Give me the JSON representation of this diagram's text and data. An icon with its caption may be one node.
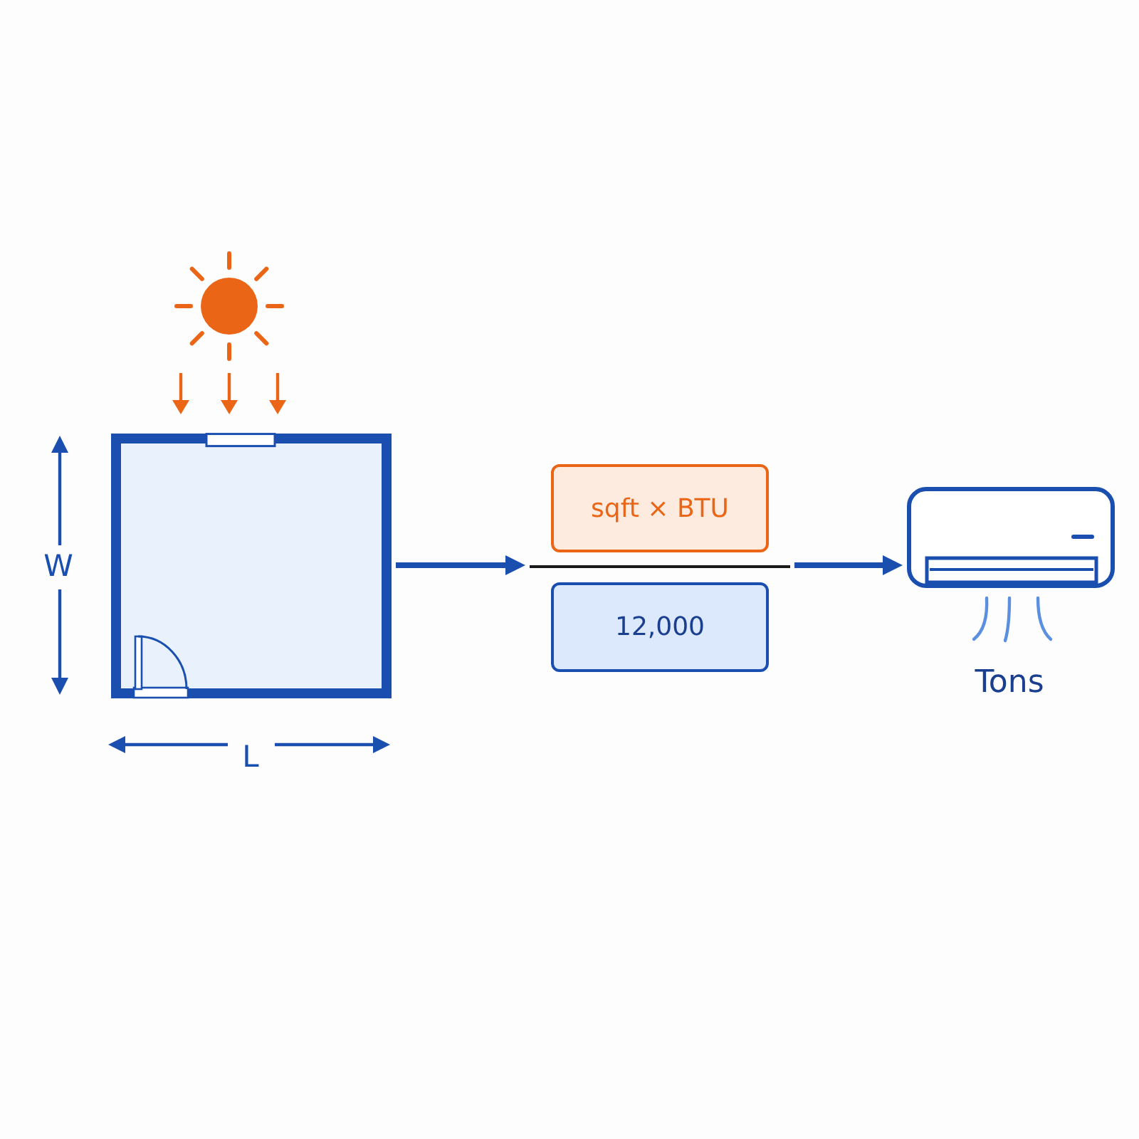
{
  "diagram": {
    "nodes": [
      {
        "text": [],
        "shape": "picture"
      },
      {
        "text": [
          "sqft × BTU"
        ]
      },
      {
        "text": [],
        "shape": "bar"
      },
      {
        "text": [
          "12,000"
        ]
      },
      {
        "text": [],
        "shape": "picture",
        "beside": [
          "Tons"
        ]
      }
    ],
    "edges": [
      {
        "from": 0,
        "to": 2,
        "arrow": "to"
      },
      {
        "from": 2,
        "to": 4,
        "arrow": "to"
      }
    ],
    "labels": [
      "W",
      "L"
    ]
  }
}
